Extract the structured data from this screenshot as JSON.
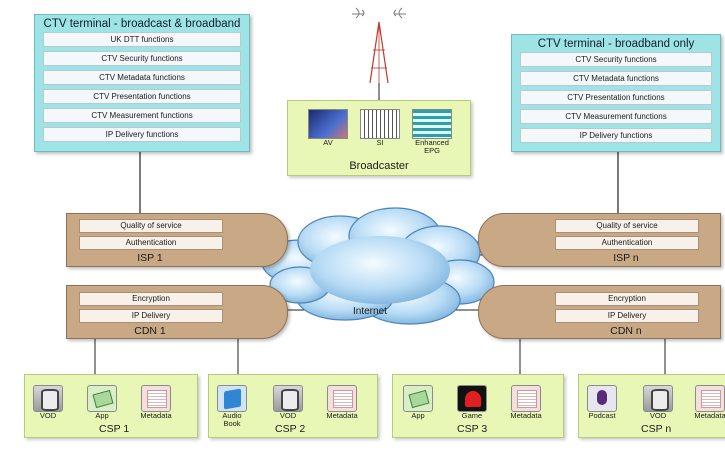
{
  "terminal_left": {
    "title": "CTV terminal - broadcast & broadband",
    "functions": [
      "UK DTT functions",
      "CTV Security functions",
      "CTV Metadata functions",
      "CTV Presentation functions",
      "CTV Measurement functions",
      "IP Delivery functions"
    ]
  },
  "terminal_right": {
    "title": "CTV terminal - broadband only",
    "functions": [
      "CTV Security functions",
      "CTV Metadata functions",
      "CTV Presentation functions",
      "CTV Measurement functions",
      "IP Delivery functions"
    ]
  },
  "broadcaster": {
    "label": "Broadcaster",
    "items": [
      "AV",
      "SI",
      "Enhanced EPG"
    ]
  },
  "isp": [
    {
      "name": "ISP 1",
      "items": [
        "Quality of service",
        "Authentication"
      ]
    },
    {
      "name": "ISP n",
      "items": [
        "Quality of service",
        "Authentication"
      ]
    }
  ],
  "cdn": [
    {
      "name": "CDN 1",
      "items": [
        "Encryption",
        "IP Delivery"
      ]
    },
    {
      "name": "CDN n",
      "items": [
        "Encryption",
        "IP Delivery"
      ]
    }
  ],
  "internet": {
    "label": "Internet"
  },
  "csps": [
    {
      "name": "CSP 1",
      "services": [
        "VOD",
        "App",
        "Metadata"
      ]
    },
    {
      "name": "CSP 2",
      "services": [
        "Audio Book",
        "VOD",
        "Metadata"
      ]
    },
    {
      "name": "CSP 3",
      "services": [
        "App",
        "Game",
        "Metadata"
      ]
    },
    {
      "name": "CSP n",
      "services": [
        "Podcast",
        "VOD",
        "Metadata"
      ]
    }
  ],
  "colors": {
    "terminal": "#9ee3e6",
    "provider": "#c9a886",
    "broadcaster": "#e9f7b6",
    "csp": "#e9f7b6",
    "cloud": "#9cc8ea"
  }
}
